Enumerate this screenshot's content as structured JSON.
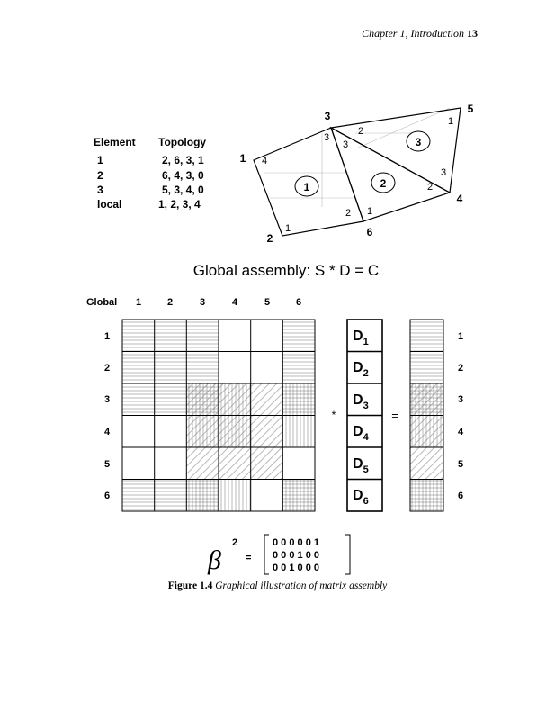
{
  "header": {
    "chapter": "Chapter 1, Introduction",
    "page_number": "13"
  },
  "topology_table": {
    "col_element": "Element",
    "col_topology": "Topology",
    "rows": [
      {
        "element": "1",
        "topology": "2, 6, 3, 1"
      },
      {
        "element": "2",
        "topology": "6, 4, 3, 0"
      },
      {
        "element": "3",
        "topology": "5, 3, 4, 0"
      },
      {
        "element": "local",
        "topology": "1, 2, 3, 4"
      }
    ]
  },
  "mesh": {
    "global_nodes": [
      "1",
      "2",
      "3",
      "4",
      "5",
      "6"
    ],
    "element_labels": [
      "1",
      "2",
      "3"
    ],
    "local_node_labels": {
      "element1": [
        "1",
        "2",
        "3",
        "4"
      ],
      "element2": [
        "1",
        "2",
        "3"
      ],
      "element3": [
        "1",
        "2",
        "3"
      ]
    }
  },
  "assembly": {
    "title": "Global assembly:  S * D = C",
    "global_label": "Global",
    "col_labels": [
      "1",
      "2",
      "3",
      "4",
      "5",
      "6"
    ],
    "row_labels": [
      "1",
      "2",
      "3",
      "4",
      "5",
      "6"
    ],
    "d_vector": [
      {
        "base": "D",
        "sub": "1"
      },
      {
        "base": "D",
        "sub": "2"
      },
      {
        "base": "D",
        "sub": "3"
      },
      {
        "base": "D",
        "sub": "4"
      },
      {
        "base": "D",
        "sub": "5"
      },
      {
        "base": "D",
        "sub": "6"
      }
    ],
    "multiply_symbol": "*",
    "equals_symbol": "=",
    "c_row_labels": [
      "1",
      "2",
      "3",
      "4",
      "5",
      "6"
    ]
  },
  "beta": {
    "symbol": "β",
    "superscript": "2",
    "equals": "=",
    "rows": [
      "0 0 0 0 0 1",
      "0 0 0 1 0 0",
      "0 0 1 0 0 0"
    ]
  },
  "caption": {
    "label": "Figure 1.4",
    "text": "Graphical illustration of matrix assembly"
  }
}
